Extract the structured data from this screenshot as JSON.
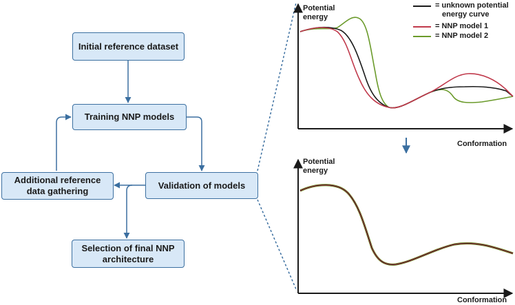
{
  "flowchart": {
    "initial_dataset": "Initial reference dataset",
    "training": "Training NNP models",
    "validation": "Validation of models",
    "additional": "Additional reference data gathering",
    "selection": "Selection of final NNP architecture"
  },
  "plots": {
    "top": {
      "ylabel_line1": "Potential",
      "ylabel_line2": "energy",
      "xlabel": "Conformation"
    },
    "bottom": {
      "ylabel_line1": "Potential",
      "ylabel_line2": "energy",
      "xlabel": "Conformation"
    }
  },
  "legend": {
    "unknown_line1": "= unknown potential",
    "unknown_line2": "energy curve",
    "model1": "= NNP model 1",
    "model2": "= NNP model 2"
  },
  "colors": {
    "box_fill": "#d8e8f7",
    "box_border": "#3b6fa0",
    "arrow": "#3b6fa0",
    "unknown_curve": "#1a1a1a",
    "model1_curve": "#c0394b",
    "model2_curve": "#6a9a2a"
  }
}
